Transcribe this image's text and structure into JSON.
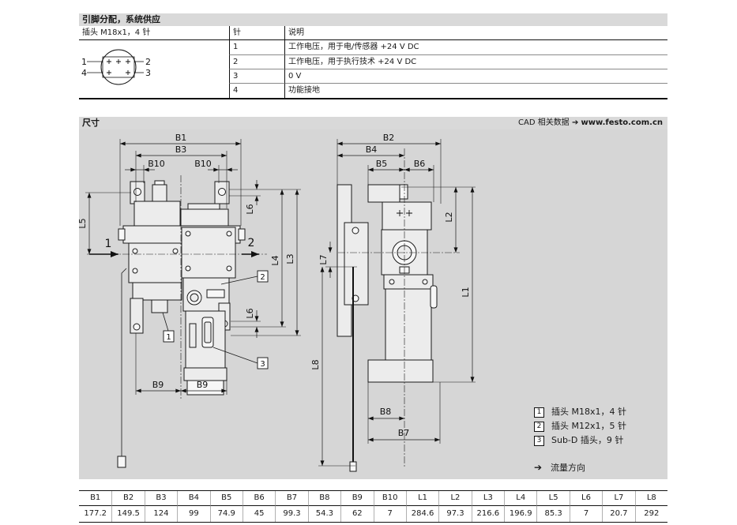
{
  "pin_section": {
    "title": "引脚分配，系统供应",
    "header": {
      "connector": "插头 M18x1，4 针",
      "pin": "针",
      "desc": "说明"
    },
    "rows": [
      {
        "pin": "1",
        "desc": "工作电压，用于电/传感器 +24 V DC"
      },
      {
        "pin": "2",
        "desc": "工作电压，用于执行技术 +24 V DC"
      },
      {
        "pin": "3",
        "desc": "0 V"
      },
      {
        "pin": "4",
        "desc": "功能接地"
      }
    ],
    "diagram_labels": {
      "p1": "1",
      "p2": "2",
      "p3": "3",
      "p4": "4"
    }
  },
  "dim_section": {
    "title": "尺寸",
    "cad_label": "CAD 相关数据",
    "cad_arrow": "➔",
    "cad_url": "www.festo.com.cn"
  },
  "drawing": {
    "front": {
      "b1": "B1",
      "b3": "B3",
      "b10": "B10",
      "l5": "L5",
      "flow_in": "1",
      "flow_out": "2",
      "l6": "L6",
      "l4": "L4",
      "l3": "L3",
      "b9": "B9",
      "callout_1": "1",
      "callout_2": "2",
      "callout_3": "3"
    },
    "side": {
      "b2": "B2",
      "b4": "B4",
      "b5": "B5",
      "b6": "B6",
      "l2": "L2",
      "l7": "L7",
      "l1": "L1",
      "l8": "L8",
      "b8": "B8",
      "b7": "B7"
    }
  },
  "legend": [
    {
      "num": "1",
      "text": "插头 M18x1，4 针"
    },
    {
      "num": "2",
      "text": "插头 M12x1，5 针"
    },
    {
      "num": "3",
      "text": "Sub-D 插头，9 针"
    }
  ],
  "legend_flow": {
    "arrow": "➔",
    "text": "流量方向"
  },
  "dimension_table": {
    "headers": [
      "B1",
      "B2",
      "B3",
      "B4",
      "B5",
      "B6",
      "B7",
      "B8",
      "B9",
      "B10",
      "L1",
      "L2",
      "L3",
      "L4",
      "L5",
      "L6",
      "L7",
      "L8"
    ],
    "values": [
      "177.2",
      "149.5",
      "124",
      "99",
      "74.9",
      "45",
      "99.3",
      "54.3",
      "62",
      "7",
      "284.6",
      "97.3",
      "216.6",
      "196.9",
      "85.3",
      "7",
      "20.7",
      "292"
    ]
  }
}
